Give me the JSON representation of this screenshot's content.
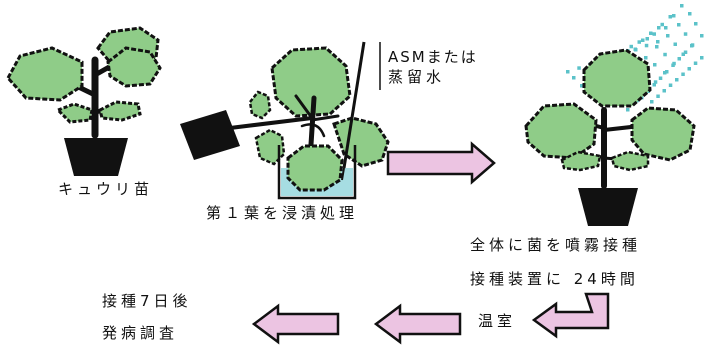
{
  "labels": {
    "cucumber_seedling": "キュウリ苗",
    "treatment_line1": "ASMまたは",
    "treatment_line2": "蒸留水",
    "first_leaf_dip": "第１葉を浸漬処理",
    "spray_whole": "全体に菌を噴霧接種",
    "inoculation_chamber": "接種装置に 24時間",
    "greenhouse": "温室",
    "survey_line1": "接種7日後",
    "survey_line2": "発病調査"
  },
  "colors": {
    "leaf_fill": "#8fcc88",
    "leaf_outline": "#111111",
    "stem": "#111111",
    "pot": "#111111",
    "solution": "#a6dde2",
    "arrow_fill": "#ecc4e2",
    "spray": "#5bc2c9"
  },
  "icons": {
    "plant": "cucumber-seedling-icon",
    "arrow": "pink-arrow-icon",
    "spray": "spray-mist-icon"
  }
}
